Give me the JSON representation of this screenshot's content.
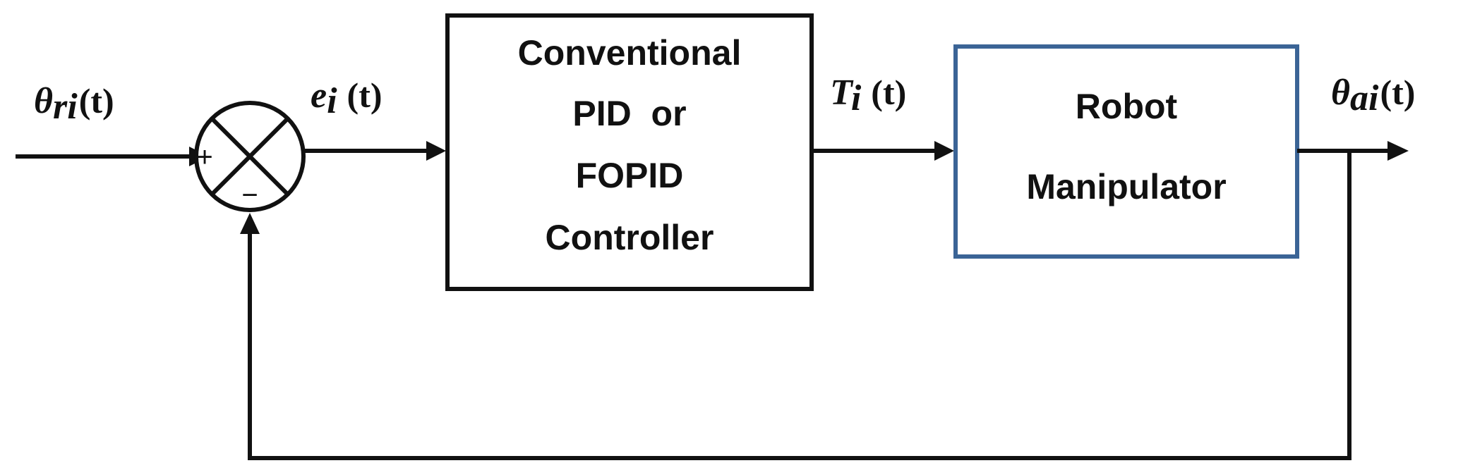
{
  "signals": {
    "reference": {
      "symbol": "θ",
      "subscript": "ri",
      "arg": "(t)"
    },
    "error": {
      "symbol": "e",
      "subscript": "i",
      "arg": "(t)"
    },
    "torque": {
      "symbol": "T",
      "subscript": "i",
      "arg": "(t)"
    },
    "output": {
      "symbol": "θ",
      "subscript": "ai",
      "arg": "(t)"
    }
  },
  "summing_junction": {
    "plus_sign": "+",
    "minus_sign": "−"
  },
  "controller_block": {
    "lines": [
      "Conventional",
      "PID  or",
      "FOPID",
      "Controller"
    ],
    "border_color": "#111111"
  },
  "plant_block": {
    "lines": [
      "Robot",
      "Manipulator"
    ],
    "border_color": "#3b6496"
  }
}
